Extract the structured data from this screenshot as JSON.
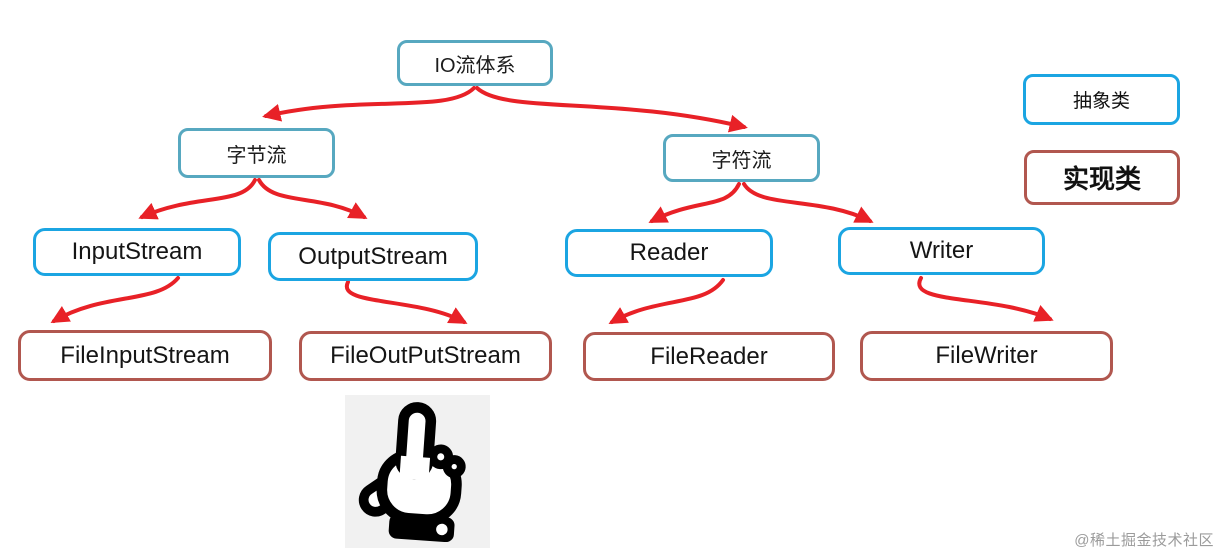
{
  "diagram": {
    "root": {
      "label": "IO流体系"
    },
    "level2": [
      {
        "label": "字节流"
      },
      {
        "label": "字符流"
      }
    ],
    "level3": [
      {
        "label": "InputStream"
      },
      {
        "label": "OutputStream"
      },
      {
        "label": "Reader"
      },
      {
        "label": "Writer"
      }
    ],
    "level4": [
      {
        "label": "FileInputStream"
      },
      {
        "label": "FileOutPutStream"
      },
      {
        "label": "FileReader"
      },
      {
        "label": "FileWriter"
      }
    ],
    "edges": [
      [
        "IO流体系",
        "字节流"
      ],
      [
        "IO流体系",
        "字符流"
      ],
      [
        "字节流",
        "InputStream"
      ],
      [
        "字节流",
        "OutputStream"
      ],
      [
        "字符流",
        "Reader"
      ],
      [
        "字符流",
        "Writer"
      ],
      [
        "InputStream",
        "FileInputStream"
      ],
      [
        "OutputStream",
        "FileOutPutStream"
      ],
      [
        "Reader",
        "FileReader"
      ],
      [
        "Writer",
        "FileWriter"
      ]
    ]
  },
  "legend": {
    "abstract_label": "抽象类",
    "implementation_label": "实现类"
  },
  "icons": {
    "hand": "pointing-hand-icon"
  },
  "watermark": "@稀土掘金技术社区",
  "colors": {
    "teal_border": "#57a8c0",
    "abstract_border": "#1ba5e2",
    "implementation_border": "#b1574f",
    "arrow_red": "#e82127",
    "hand_bg": "#f1f1f1",
    "watermark_gray": "#9b9b9b"
  }
}
